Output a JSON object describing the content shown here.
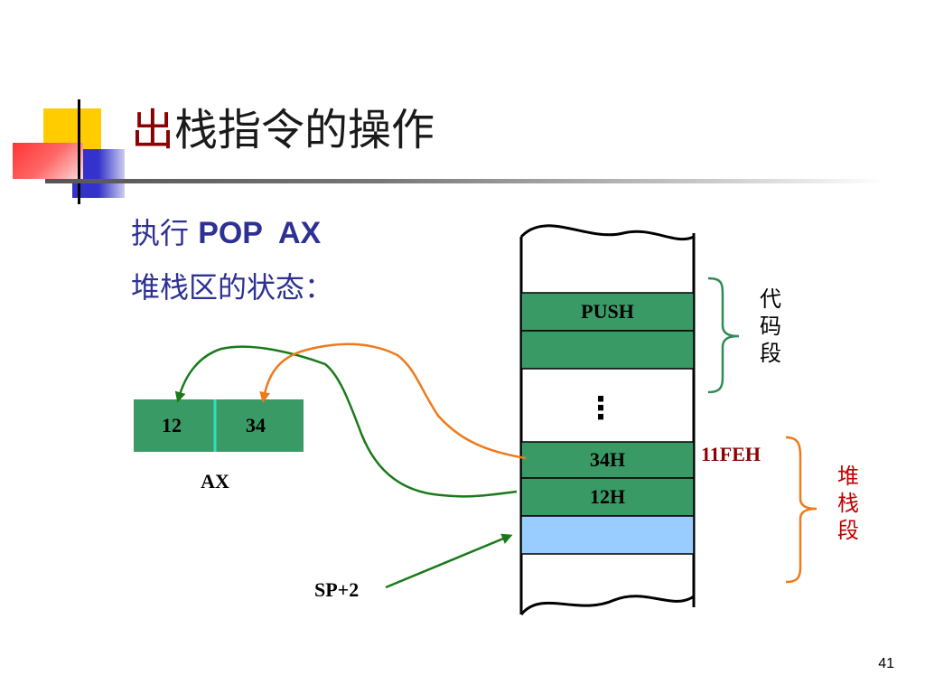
{
  "title": {
    "first_char": "出",
    "rest": "栈指令的操作"
  },
  "instruction": {
    "prefix": "执行",
    "command": "POP  AX"
  },
  "state_label": "堆栈区的状态：",
  "register": {
    "name": "AX",
    "high": "12",
    "low": "34"
  },
  "memory": {
    "push_label": "PUSH",
    "ellipsis": "⋮",
    "cell_34h": "34H",
    "cell_12h": "12H",
    "address": "11FEH"
  },
  "segments": {
    "code": [
      "代",
      "码",
      "段"
    ],
    "stack": [
      "堆",
      "栈",
      "段"
    ]
  },
  "sp_label": "SP+2",
  "page_number": "41",
  "colors": {
    "title_accent": "#8b0000",
    "subtitle": "#2e3192",
    "register_fill": "#3a9a66",
    "cell_fill": "#3a9a66",
    "sp_cell_fill": "#99ccff",
    "green_arrow": "#1a7a1a",
    "orange_arrow": "#ee7a1a",
    "code_bracket": "#2e8b57",
    "stack_bracket": "#ee7a1a",
    "stack_text": "#c00000"
  }
}
